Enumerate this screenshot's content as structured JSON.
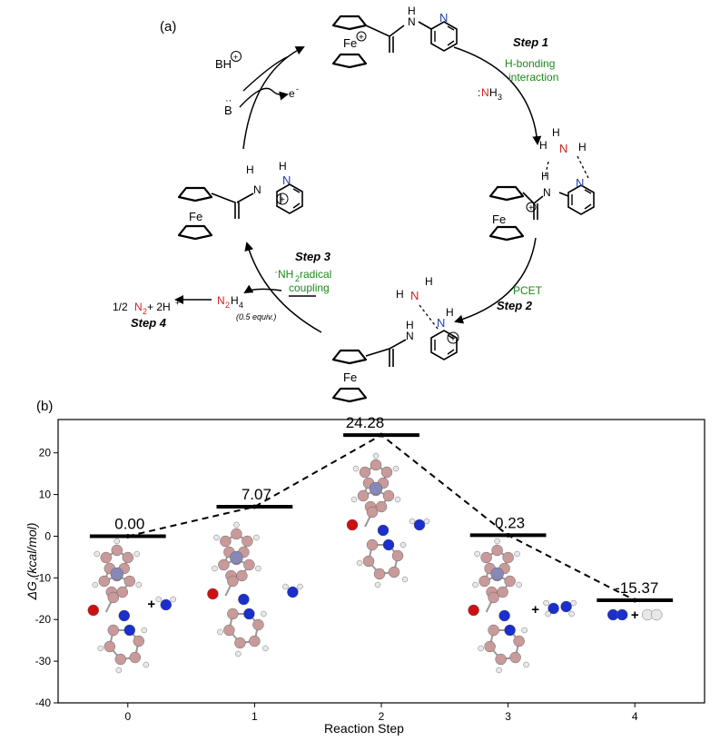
{
  "panel_a": {
    "label": "(a)",
    "step1": "Step 1",
    "step1_desc_1": "H-bonding",
    "step1_desc_2": "interaction",
    "nh3_n": "N",
    "nh3_h": "H",
    "nh3_sub": "3",
    "step2_pcet": "PCET",
    "step2": "Step 2",
    "step3": "Step 3",
    "step3_desc_1": "NH",
    "step3_desc_1b": "2",
    "step3_desc_1c": " radical",
    "step3_desc_2": "coupling",
    "step4": "Step 4",
    "n2h4_n": "N",
    "n2h4_sub": "2",
    "n2h4_h": "H",
    "n2h4_sub2": "4",
    "half_equiv": "(0.5 equiv.)",
    "products_pre": "1/2 ",
    "products_n": "N",
    "products_sub": "2",
    "products_post": " + 2H",
    "products_sup": "+",
    "bh": "BH",
    "base": "B",
    "electron": "e",
    "electron_sup": "-",
    "fe": "Fe",
    "plus": "+"
  },
  "panel_b": {
    "label": "(b)"
  },
  "chart_data": {
    "type": "line",
    "title": "",
    "xlabel": "Reaction Step",
    "ylabel": "ΔG (kcal/mol)",
    "xlim": [
      -0.55,
      4.55
    ],
    "ylim": [
      -40,
      28
    ],
    "xticks": [
      0,
      1,
      2,
      3,
      4
    ],
    "yticks": [
      -40,
      -30,
      -20,
      -10,
      0,
      10,
      20
    ],
    "x": [
      0,
      1,
      2,
      3,
      4
    ],
    "values": [
      0.0,
      7.07,
      24.28,
      0.23,
      -15.37
    ],
    "labels": [
      "0.00",
      "7.07",
      "24.28",
      "0.23",
      "-15.37"
    ],
    "line_style": "dashed",
    "level_color": "#000000"
  }
}
